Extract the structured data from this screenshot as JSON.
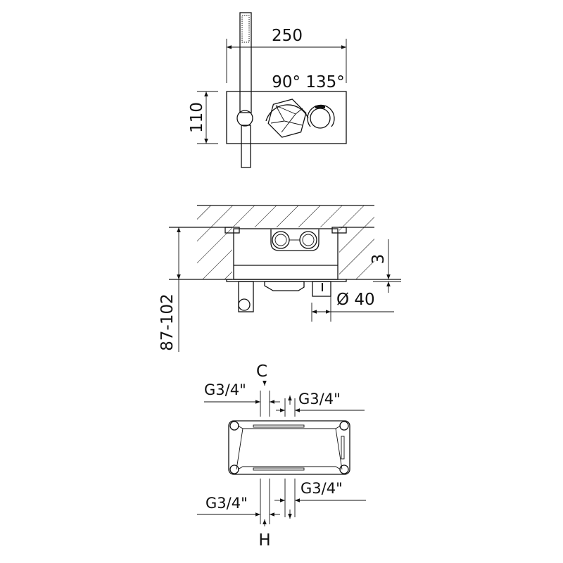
{
  "front_view": {
    "width_dim": "250",
    "height_dim": "110",
    "rotation_angles": "90° 135°"
  },
  "side_view": {
    "depth_dim": "87-102",
    "plate_thickness_dim": "3",
    "diameter_dim": "Ø 40"
  },
  "connection_view": {
    "cold_label": "C",
    "hot_label": "H",
    "thread_top_left": "G3/4\"",
    "thread_top_right": "G3/4\"",
    "thread_bottom_left": "G3/4\"",
    "thread_bottom_right": "G3/4\""
  },
  "colors": {
    "line": "#111111",
    "background": "#ffffff"
  }
}
